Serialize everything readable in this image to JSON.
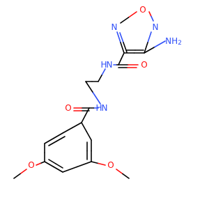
{
  "colors": {
    "bond": "#000000",
    "oxygen": "#ff0d0d",
    "nitrogen": "#3050f8"
  },
  "labels": {
    "o_ring": "O",
    "n_ring_right": "N",
    "n_ring_left": "N",
    "nh2": "NH",
    "nh2_subscript": "2",
    "o_amide_top": "O",
    "nh_top": "N",
    "nh_top_h": "H",
    "nh_bottom": "N",
    "nh_bottom_h": "H",
    "o_amide_bottom": "O",
    "o_methoxy_left": "O",
    "o_methoxy_right": "O"
  }
}
